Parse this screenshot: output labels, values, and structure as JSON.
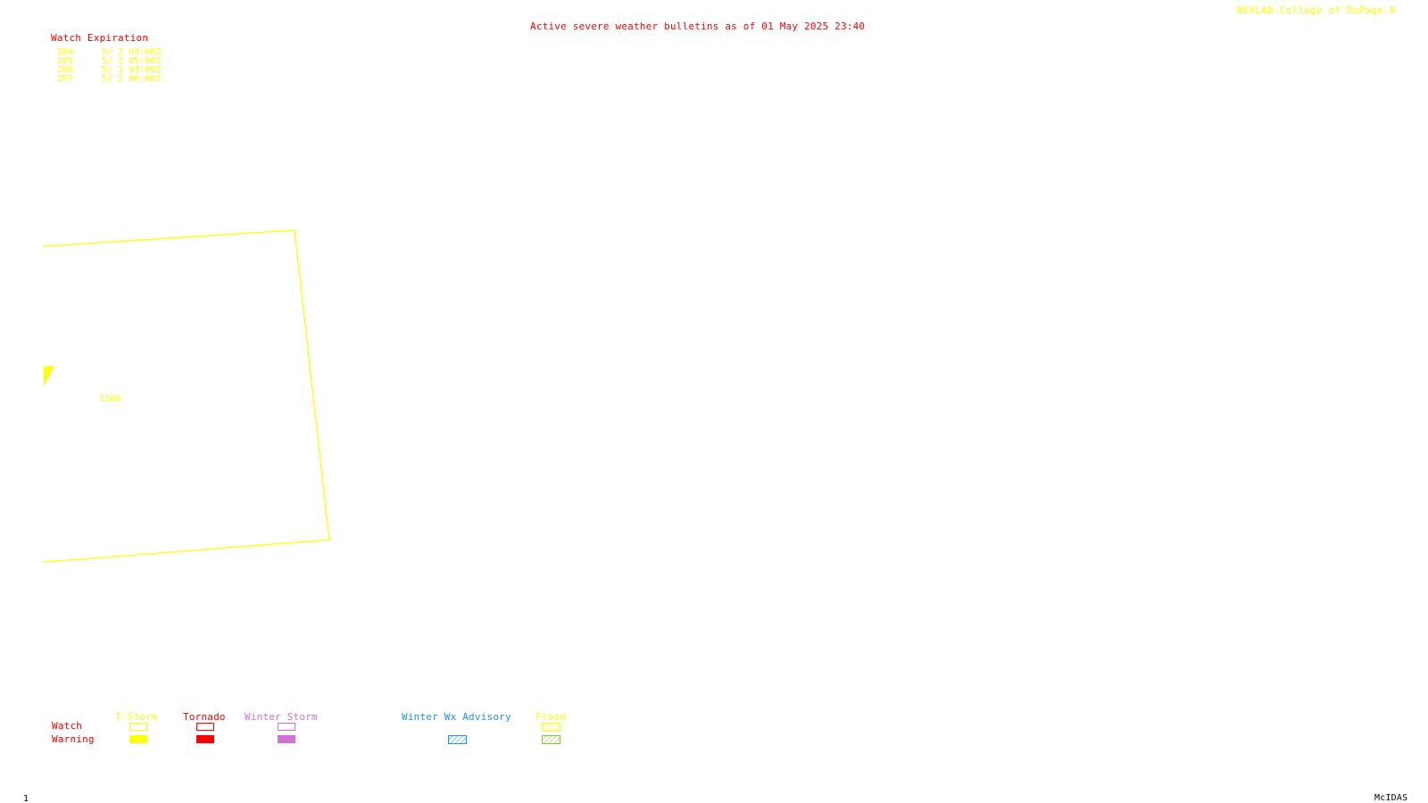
{
  "header": {
    "title": "Active severe weather bulletins as of 01 May 2025 23:40",
    "credit": "NEXLAB-College of DuPage R"
  },
  "watch_list": {
    "heading": "Watch Expiration",
    "rows": [
      {
        "number": "204",
        "expiration": "5/ 2 03:00Z"
      },
      {
        "number": "205",
        "expiration": "5/ 2 05:00Z"
      },
      {
        "number": "206",
        "expiration": "5/ 2 03:00Z"
      },
      {
        "number": "207",
        "expiration": "5/ 2 06:00Z"
      }
    ]
  },
  "map": {
    "polygon_label": "S206",
    "polygon_color": "#ffff00"
  },
  "legend": {
    "row_watch": "Watch",
    "row_warning": "Warning",
    "categories": [
      {
        "label": "T-Storm",
        "color": "#ffff00"
      },
      {
        "label": "Tornado",
        "color": "#ff0000"
      },
      {
        "label": "Winter Storm",
        "color": "#d070d8"
      },
      {
        "label": "Winter Wx Advisory",
        "color": "#1e90ff"
      },
      {
        "label": "Flood",
        "color": "#ffff00"
      }
    ],
    "flood_warning_color": "#7ccd3c"
  },
  "footer": {
    "frame_number": "1",
    "software": "McIDAS"
  }
}
